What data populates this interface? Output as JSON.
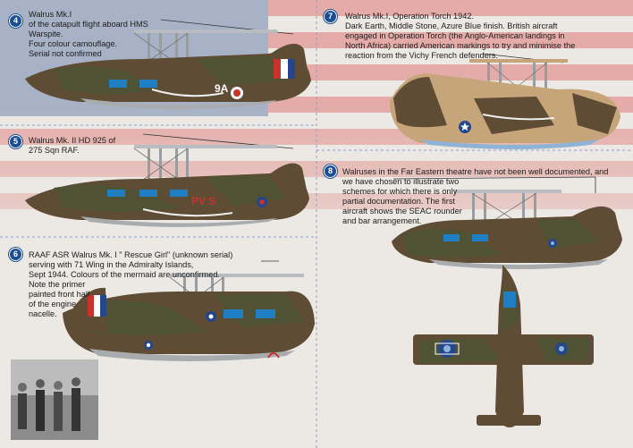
{
  "colors": {
    "background": "#ece9e4",
    "flag_red": "#d63a3a",
    "flag_blue": "#2a4f8f",
    "badge_blue": "#1b4f95",
    "dark_earth": "#5e4c34",
    "dark_green": "#4f5234",
    "middle_stone": "#c7a57a",
    "azure_blue": "#8fb3d6",
    "medium_sea_grey": "#a9acaf",
    "roundel_blue": "#23478a",
    "roundel_red": "#c8332c",
    "glazing_blue": "#1f7fc2"
  },
  "schemes": [
    {
      "number": "4",
      "caption": "Walrus Mk.I\nof the catapult flight aboard HMS\nWarspite.\nFour colour camouflage.\nSerial not confirmed",
      "marking": "9A"
    },
    {
      "number": "5",
      "caption": "Walrus Mk. II HD 925 of\n275 Sqn RAF.",
      "marking": "PV S"
    },
    {
      "number": "6",
      "caption": "RAAF ASR Walrus Mk. I \" Rescue Girl\" (unknown serial)\nserving with 71 Wing in the Admiralty Islands,\nSept 1944. Colours of the mermaid are unconfirmed.\nNote the primer\npainted front half\nof the engine\nnacelle."
    },
    {
      "number": "7",
      "caption": "Walrus Mk.I, Operation Torch 1942.\nDark Earth, Middle Stone, Azure Blue finish. British aircraft\nengaged in Operation Torch (the Anglo-American landings in\nNorth Africa) carried American markings to try and minimise the\nreaction from the Vichy French defenders."
    },
    {
      "number": "8",
      "caption": "Walruses in the Far Eastern theatre have not been well documented, and\nwe have chosen to illustrate two\nschemes for which there is only\npartial documentation. The first\naircraft shows the SEAC rounder\nand bar arrangement."
    }
  ]
}
